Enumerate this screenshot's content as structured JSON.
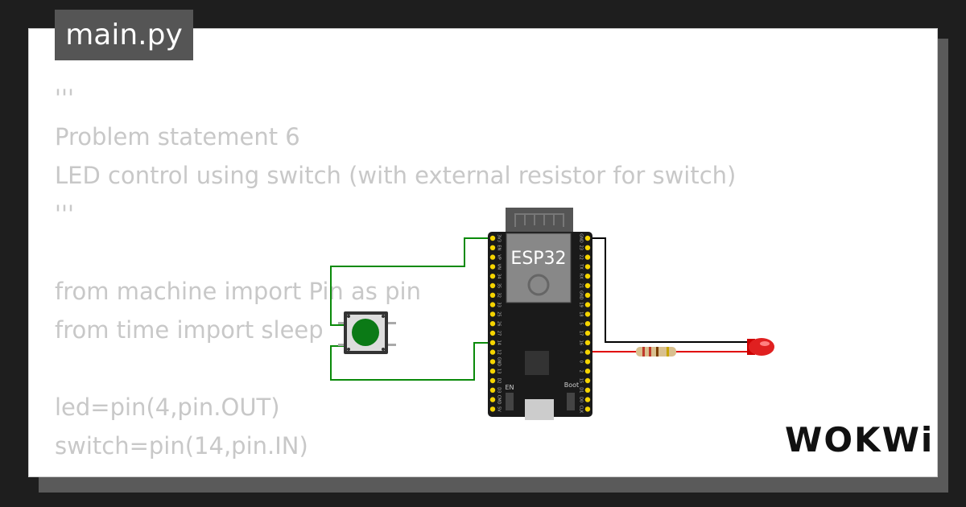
{
  "tab": {
    "title": "main.py"
  },
  "code_lines": [
    "'''",
    "Problem statement 6",
    "LED control using switch (with external resistor for switch)",
    "'''",
    "",
    "from machine import Pin as pin",
    "from time import sleep",
    "",
    "led=pin(4,pin.OUT)",
    "switch=pin(14,pin.IN)"
  ],
  "board": {
    "label": "ESP32",
    "left_pins": [
      "3V3",
      "EN",
      "VP",
      "VN",
      "34",
      "35",
      "32",
      "33",
      "25",
      "26",
      "27",
      "14",
      "12",
      "GND",
      "13",
      "D2",
      "D3",
      "CMD",
      "5V"
    ],
    "right_pins": [
      "GND",
      "23",
      "22",
      "TX",
      "RX",
      "21",
      "GND",
      "19",
      "18",
      "5",
      "17",
      "16",
      "4",
      "0",
      "2",
      "15",
      "D1",
      "D0",
      "CLK"
    ],
    "en_label": "EN",
    "boot_label": "Boot"
  },
  "logo": {
    "text": "WOKWi"
  },
  "colors": {
    "wire_green": "#0a8a0a",
    "wire_red": "#e00000",
    "wire_black": "#000000",
    "button_cap": "#0b7a16",
    "led": "#e02020",
    "pin": "#f5d400"
  }
}
